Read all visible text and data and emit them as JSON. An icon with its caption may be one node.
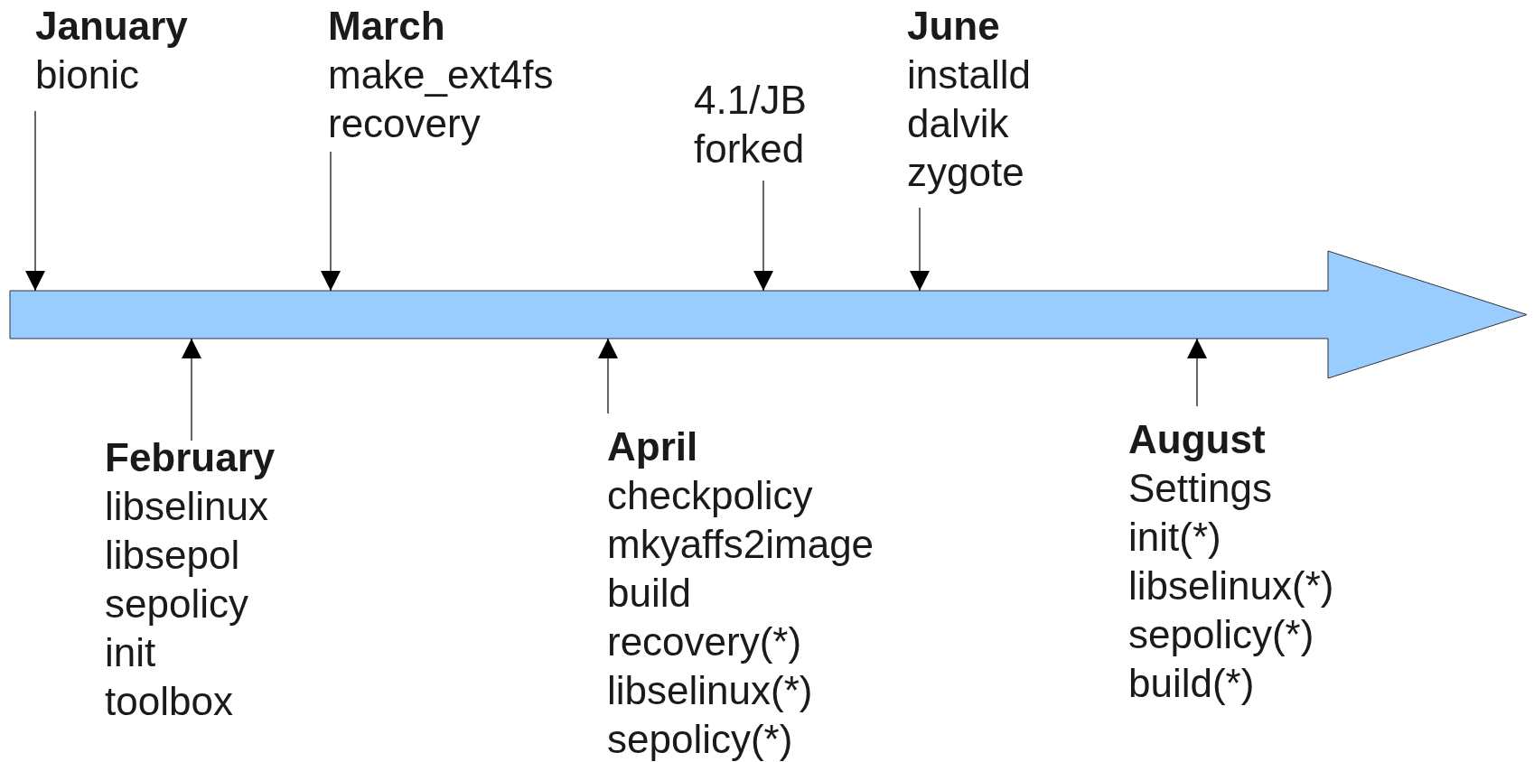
{
  "diagram": {
    "nodes": [
      {
        "text": [
          "January",
          "bionic"
        ]
      },
      {
        "text": [
          "March",
          "make_ext4fs recovery"
        ]
      },
      {
        "text": [
          "4.1/JB forked"
        ]
      },
      {
        "text": [
          "June",
          "installd dalvik zygote"
        ]
      },
      {
        "text": [],
        "shape": "bar"
      },
      {
        "text": [
          "February",
          "libselinux libsepol sepolicy init toolbox"
        ]
      },
      {
        "text": [
          "April",
          "checkpolicy mkyaffs2image build recovery(*) libselinux(*) sepolicy(*)"
        ]
      },
      {
        "text": [
          "August",
          "Settings init(*) libselinux(*) sepolicy(*) build(*)"
        ]
      }
    ],
    "edges": [
      {
        "from": 0,
        "to": 4,
        "arrow": "to"
      },
      {
        "from": 1,
        "to": 4,
        "arrow": "to"
      },
      {
        "from": 2,
        "to": 4,
        "arrow": "to"
      },
      {
        "from": 3,
        "to": 4,
        "arrow": "to"
      },
      {
        "from": 5,
        "to": 4,
        "arrow": "to"
      },
      {
        "from": 6,
        "to": 4,
        "arrow": "to"
      },
      {
        "from": 7,
        "to": 4,
        "arrow": "to"
      }
    ]
  }
}
